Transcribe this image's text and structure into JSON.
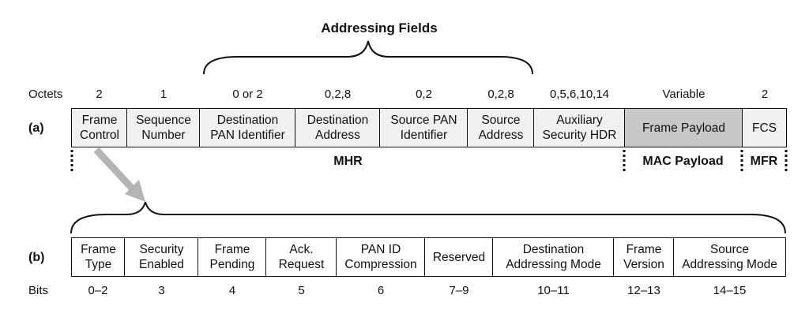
{
  "title": "Addressing Fields",
  "row_a": {
    "label": "(a)",
    "octets_label": "Octets",
    "octets": [
      "2",
      "1",
      "0 or 2",
      "0,2,8",
      "0,2",
      "0,2,8",
      "0,5,6,10,14",
      "Variable",
      "2"
    ],
    "fields": [
      "Frame\nControl",
      "Sequence\nNumber",
      "Destination\nPAN Identifier",
      "Destination\nAddress",
      "Source PAN\nIdentifier",
      "Source\nAddress",
      "Auxiliary\nSecurity HDR",
      "Frame Payload",
      "FCS"
    ],
    "segments": [
      "MHR",
      "MAC Payload",
      "MFR"
    ]
  },
  "row_b": {
    "label": "(b)",
    "bits_label": "Bits",
    "bits": [
      "0–2",
      "3",
      "4",
      "5",
      "6",
      "7–9",
      "10–11",
      "12–13",
      "14–15"
    ],
    "fields": [
      "Frame\nType",
      "Security\nEnabled",
      "Frame\nPending",
      "Ack.\nRequest",
      "PAN ID\nCompression",
      "Reserved",
      "Destination\nAddressing Mode",
      "Frame\nVersion",
      "Source\nAddressing Mode"
    ]
  },
  "colors": {
    "payload_fill": "#c8c8c8",
    "cell_fill": "#f0f0f0",
    "arrow": "#b4b4b4",
    "line": "#111111"
  }
}
